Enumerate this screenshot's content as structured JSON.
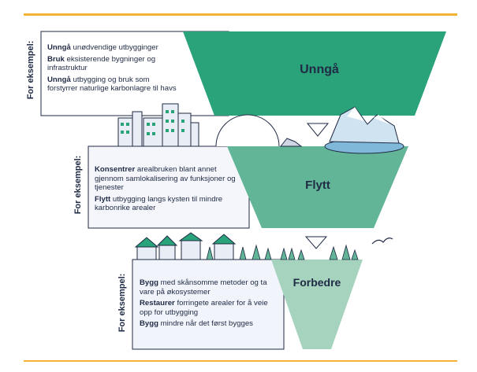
{
  "colors": {
    "teal_dark": "#2aa37a",
    "teal_mid": "#62b596",
    "teal_light": "#a6d3bd",
    "navy": "#1f2a44",
    "accent": "#f5b335",
    "panel": "#f1f4fb"
  },
  "sections": [
    {
      "side_label": "For eksempel:",
      "title": "Unngå",
      "items": [
        {
          "bold": "Unngå",
          "rest": " unødvendige utbygginger"
        },
        {
          "bold": "Bruk",
          "rest": " eksisterende bygninger og infrastruktur"
        },
        {
          "bold": "Unngå",
          "rest": " utbygging og bruk som forstyrrer naturlige karbonlagre til havs"
        }
      ]
    },
    {
      "side_label": "For eksempel:",
      "title": "Flytt",
      "items": [
        {
          "bold": "Konsentrer",
          "rest": " arealbruken blant annet gjennom samlokalisering av funksjoner og tjenester"
        },
        {
          "bold": "Flytt",
          "rest": " utbygging langs kysten til mindre karbonrike arealer"
        }
      ]
    },
    {
      "side_label": "For eksempel:",
      "title": "Forbedre",
      "items": [
        {
          "bold": "Bygg",
          "rest": " med skånsomme metoder og ta vare på økosystemer"
        },
        {
          "bold": "Restaurer",
          "rest": " forringete arealer for å veie opp for utbygging"
        },
        {
          "bold": "Bygg",
          "rest": " mindre når det først bygges"
        }
      ]
    }
  ]
}
